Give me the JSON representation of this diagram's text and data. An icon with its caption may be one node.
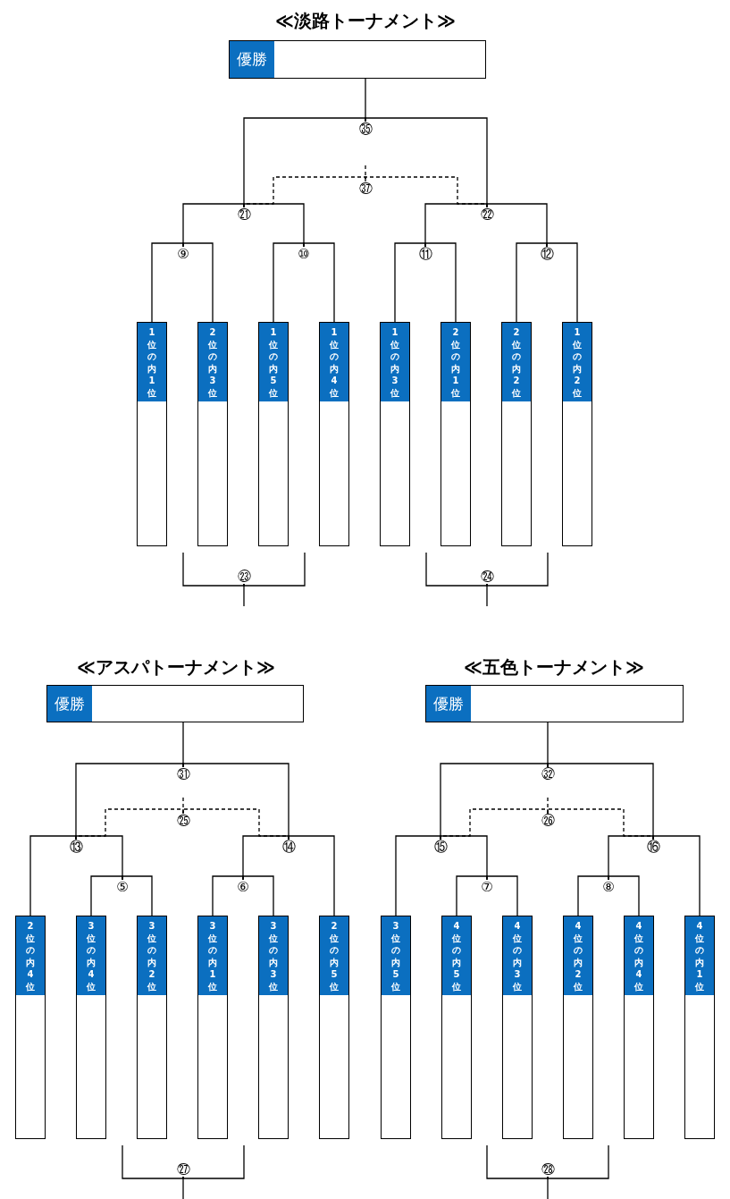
{
  "diagram": {
    "nodes": [
      {
        "text": [
          "優勝"
        ]
      },
      {
        "text": [
          "㉟"
        ]
      },
      {
        "text": [
          "㊲"
        ]
      },
      {
        "text": [
          "㉑"
        ]
      },
      {
        "text": [
          "㉒"
        ]
      },
      {
        "text": [
          "⑨"
        ]
      },
      {
        "text": [
          "⑩"
        ]
      },
      {
        "text": [
          "⑪"
        ]
      },
      {
        "text": [
          "⑫"
        ]
      },
      {
        "text": [
          "1位の内1位"
        ]
      },
      {
        "text": [
          "2位の内3位"
        ]
      },
      {
        "text": [
          "1位の内5位"
        ]
      },
      {
        "text": [
          "1位の内4位"
        ]
      },
      {
        "text": [
          "1位の内3位"
        ]
      },
      {
        "text": [
          "2位の内1位"
        ]
      },
      {
        "text": [
          "2位の内2位"
        ]
      },
      {
        "text": [
          "1位の内2位"
        ]
      },
      {
        "text": [
          "㉓"
        ]
      },
      {
        "text": [
          "㉔"
        ]
      },
      {
        "text": [
          "優勝"
        ]
      },
      {
        "text": [
          "優勝"
        ]
      },
      {
        "text": [
          "㉛"
        ]
      },
      {
        "text": [
          "㉜"
        ]
      },
      {
        "text": [
          "㉕"
        ]
      },
      {
        "text": [
          "㉖"
        ]
      },
      {
        "text": [
          "⑬"
        ]
      },
      {
        "text": [
          "⑭"
        ]
      },
      {
        "text": [
          "⑮"
        ]
      },
      {
        "text": [
          "⑯"
        ]
      },
      {
        "text": [
          "⑤"
        ]
      },
      {
        "text": [
          "⑥"
        ]
      },
      {
        "text": [
          "⑦"
        ]
      },
      {
        "text": [
          "⑧"
        ]
      },
      {
        "text": [
          "2位の内4位"
        ]
      },
      {
        "text": [
          "3位の内4位"
        ]
      },
      {
        "text": [
          "3位の内2位"
        ]
      },
      {
        "text": [
          "3位の内1位"
        ]
      },
      {
        "text": [
          "3位の内3位"
        ]
      },
      {
        "text": [
          "2位の内5位"
        ]
      },
      {
        "text": [
          "3位の内5位"
        ]
      },
      {
        "text": [
          "4位の内5位"
        ]
      },
      {
        "text": [
          "4位の内3位"
        ]
      },
      {
        "text": [
          "4位の内2位"
        ]
      },
      {
        "text": [
          "4位の内4位"
        ]
      },
      {
        "text": [
          "4位の内1位"
        ]
      },
      {
        "text": [
          "㉗"
        ]
      },
      {
        "text": [
          "㉘"
        ]
      }
    ],
    "edges": [
      {
        "from": 9,
        "to": 5,
        "arrow": "none"
      },
      {
        "from": 10,
        "to": 5,
        "arrow": "none"
      },
      {
        "from": 11,
        "to": 6,
        "arrow": "none"
      },
      {
        "from": 12,
        "to": 6,
        "arrow": "none"
      },
      {
        "from": 13,
        "to": 7,
        "arrow": "none"
      },
      {
        "from": 14,
        "to": 7,
        "arrow": "none"
      },
      {
        "from": 15,
        "to": 8,
        "arrow": "none"
      },
      {
        "from": 16,
        "to": 8,
        "arrow": "none"
      },
      {
        "from": 5,
        "to": 3,
        "arrow": "none"
      },
      {
        "from": 6,
        "to": 3,
        "arrow": "none"
      },
      {
        "from": 7,
        "to": 4,
        "arrow": "none"
      },
      {
        "from": 8,
        "to": 4,
        "arrow": "none"
      },
      {
        "from": 3,
        "to": 1,
        "arrow": "none"
      },
      {
        "from": 4,
        "to": 1,
        "arrow": "none"
      },
      {
        "from": 1,
        "to": 0,
        "arrow": "none"
      },
      {
        "from": 3,
        "to": 2,
        "arrow": "none",
        "style": "dashed"
      },
      {
        "from": 4,
        "to": 2,
        "arrow": "none",
        "style": "dashed"
      },
      {
        "from": 2,
        "to": null,
        "arrow": "none",
        "style": "dashed"
      },
      {
        "from": null,
        "to": 17,
        "arrow": "none"
      },
      {
        "from": null,
        "to": 17,
        "arrow": "none"
      },
      {
        "from": 17,
        "to": null,
        "arrow": "none"
      },
      {
        "from": null,
        "to": 18,
        "arrow": "none"
      },
      {
        "from": null,
        "to": 18,
        "arrow": "none"
      },
      {
        "from": 18,
        "to": null,
        "arrow": "none"
      },
      {
        "from": 34,
        "to": 29,
        "arrow": "none"
      },
      {
        "from": 35,
        "to": 29,
        "arrow": "none"
      },
      {
        "from": 36,
        "to": 30,
        "arrow": "none"
      },
      {
        "from": 37,
        "to": 30,
        "arrow": "none"
      },
      {
        "from": 33,
        "to": 25,
        "arrow": "none"
      },
      {
        "from": 29,
        "to": 25,
        "arrow": "none"
      },
      {
        "from": 30,
        "to": 26,
        "arrow": "none"
      },
      {
        "from": 38,
        "to": 26,
        "arrow": "none"
      },
      {
        "from": 25,
        "to": 21,
        "arrow": "none"
      },
      {
        "from": 26,
        "to": 21,
        "arrow": "none"
      },
      {
        "from": 21,
        "to": 19,
        "arrow": "none"
      },
      {
        "from": 25,
        "to": 23,
        "arrow": "none",
        "style": "dashed"
      },
      {
        "from": 26,
        "to": 23,
        "arrow": "none",
        "style": "dashed"
      },
      {
        "from": 23,
        "to": null,
        "arrow": "none",
        "style": "dashed"
      },
      {
        "from": null,
        "to": 45,
        "arrow": "none"
      },
      {
        "from": null,
        "to": 45,
        "arrow": "none"
      },
      {
        "from": 45,
        "to": null,
        "arrow": "none"
      },
      {
        "from": 40,
        "to": 31,
        "arrow": "none"
      },
      {
        "from": 41,
        "to": 31,
        "arrow": "none"
      },
      {
        "from": 42,
        "to": 32,
        "arrow": "none"
      },
      {
        "from": 43,
        "to": 32,
        "arrow": "none"
      },
      {
        "from": 39,
        "to": 27,
        "arrow": "none"
      },
      {
        "from": 31,
        "to": 27,
        "arrow": "none"
      },
      {
        "from": 32,
        "to": 28,
        "arrow": "none"
      },
      {
        "from": 44,
        "to": 28,
        "arrow": "none"
      },
      {
        "from": 27,
        "to": 22,
        "arrow": "none"
      },
      {
        "from": 28,
        "to": 22,
        "arrow": "none"
      },
      {
        "from": 22,
        "to": 20,
        "arrow": "none"
      },
      {
        "from": 27,
        "to": 24,
        "arrow": "none",
        "style": "dashed"
      },
      {
        "from": 28,
        "to": 24,
        "arrow": "none",
        "style": "dashed"
      },
      {
        "from": 24,
        "to": null,
        "arrow": "none",
        "style": "dashed"
      },
      {
        "from": null,
        "to": 46,
        "arrow": "none"
      },
      {
        "from": null,
        "to": 46,
        "arrow": "none"
      },
      {
        "from": 46,
        "to": null,
        "arrow": "none"
      }
    ],
    "labels": [
      "≪淡路トーナメント≫",
      "≪アスパトーナメント≫",
      "≪五色トーナメント≫"
    ]
  }
}
